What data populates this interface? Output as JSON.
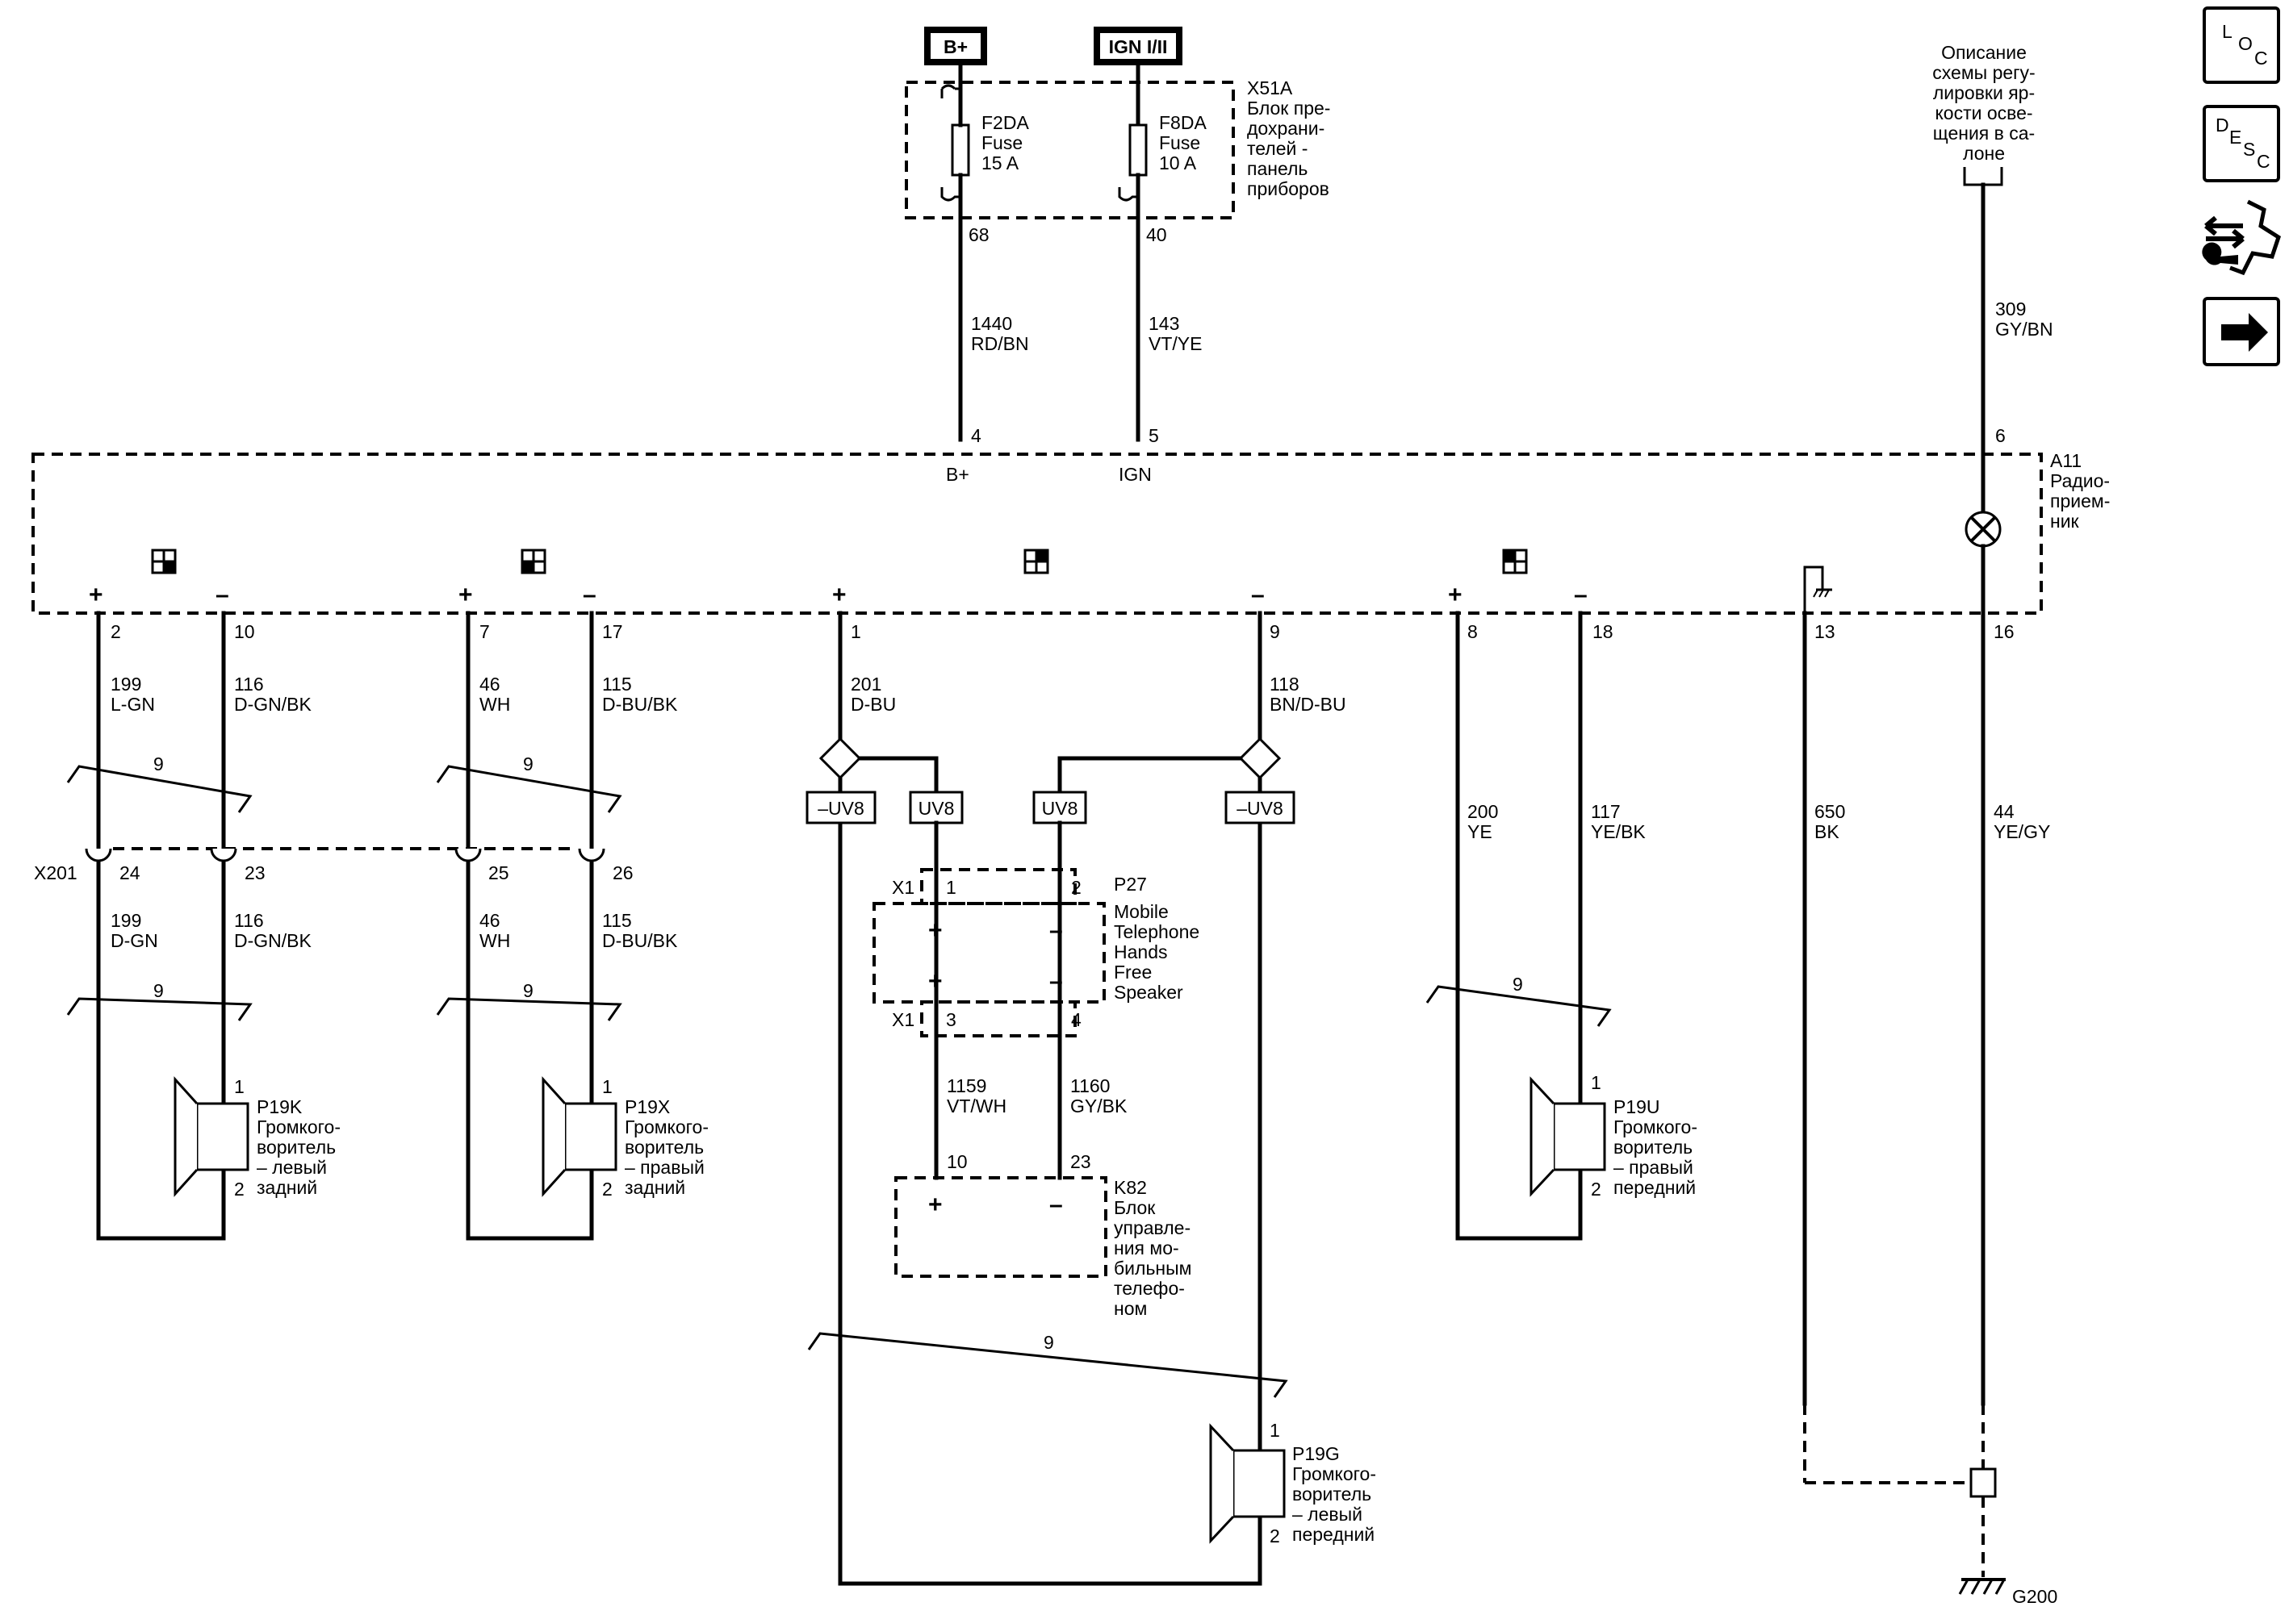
{
  "power": {
    "bplus": "B+",
    "ign": "IGN I/II"
  },
  "fuse_block": {
    "id": "X51A",
    "desc": [
      "Блок пре-",
      "дохрани-",
      "телей -",
      "панель",
      "приборов"
    ],
    "fuse1": {
      "id": "F2DA",
      "type": "Fuse",
      "rating": "15 A",
      "pin": "68"
    },
    "fuse2": {
      "id": "F8DA",
      "type": "Fuse",
      "rating": "10 A",
      "pin": "40"
    }
  },
  "dimming": {
    "desc": [
      "Описание",
      "схемы регу-",
      "лировки яр-",
      "кости осве-",
      "щения в са-",
      "лоне"
    ]
  },
  "wires": {
    "w1440": {
      "num": "1440",
      "color": "RD/BN"
    },
    "w143": {
      "num": "143",
      "color": "VT/YE"
    },
    "w309": {
      "num": "309",
      "color": "GY/BN"
    },
    "w199a": {
      "num": "199",
      "color": "L-GN"
    },
    "w116a": {
      "num": "116",
      "color": "D-GN/BK"
    },
    "w46a": {
      "num": "46",
      "color": "WH"
    },
    "w115a": {
      "num": "115",
      "color": "D-BU/BK"
    },
    "w201": {
      "num": "201",
      "color": "D-BU"
    },
    "w118": {
      "num": "118",
      "color": "BN/D-BU"
    },
    "w200": {
      "num": "200",
      "color": "YE"
    },
    "w117": {
      "num": "117",
      "color": "YE/BK"
    },
    "w650": {
      "num": "650",
      "color": "BK"
    },
    "w44": {
      "num": "44",
      "color": "YE/GY"
    },
    "w199b": {
      "num": "199",
      "color": "D-GN"
    },
    "w116b": {
      "num": "116",
      "color": "D-GN/BK"
    },
    "w46b": {
      "num": "46",
      "color": "WH"
    },
    "w115b": {
      "num": "115",
      "color": "D-BU/BK"
    },
    "w1159": {
      "num": "1159",
      "color": "VT/WH"
    },
    "w1160": {
      "num": "1160",
      "color": "GY/BK"
    }
  },
  "radio": {
    "id": "A11",
    "desc": [
      "Радио-",
      "прием-",
      "ник"
    ],
    "pins": {
      "p4": "4",
      "p5": "5",
      "p6": "6",
      "p2": "2",
      "p10": "10",
      "p7": "7",
      "p17": "17",
      "p1": "1",
      "p9": "9",
      "p8": "8",
      "p18": "18",
      "p13": "13",
      "p16": "16"
    },
    "bplus": "B+",
    "ign": "IGN"
  },
  "signs": {
    "plus": "+",
    "minus": "–"
  },
  "twist": "9",
  "x201": {
    "id": "X201",
    "pins": [
      "24",
      "23",
      "25",
      "26"
    ]
  },
  "splices": {
    "neg": "–UV8",
    "pos": "UV8"
  },
  "p27": {
    "id": "P27",
    "desc": [
      "Mobile",
      "Telephone",
      "Hands",
      "Free",
      "Speaker"
    ],
    "x1": "X1",
    "pins": [
      "1",
      "2",
      "3",
      "4"
    ]
  },
  "k82": {
    "id": "K82",
    "desc": [
      "Блок",
      "управле-",
      "ния мо-",
      "бильным",
      "телефо-",
      "ном"
    ],
    "pins": [
      "10",
      "23"
    ]
  },
  "speakers": {
    "p19k": {
      "id": "P19K",
      "desc": [
        "Громкого-",
        "воритель",
        "– левый",
        "задний"
      ]
    },
    "p19x": {
      "id": "P19X",
      "desc": [
        "Громкого-",
        "воритель",
        "– правый",
        "задний"
      ]
    },
    "p19u": {
      "id": "P19U",
      "desc": [
        "Громкого-",
        "воритель",
        "– правый",
        "передний"
      ]
    },
    "p19g": {
      "id": "P19G",
      "desc": [
        "Громкого-",
        "воритель",
        "– левый",
        "передний"
      ]
    },
    "pin1": "1",
    "pin2": "2"
  },
  "ground": {
    "id": "G200"
  },
  "sidebar": {
    "loc": [
      "L",
      "O",
      "C"
    ],
    "desc": [
      "D",
      "E",
      "S",
      "C"
    ]
  }
}
